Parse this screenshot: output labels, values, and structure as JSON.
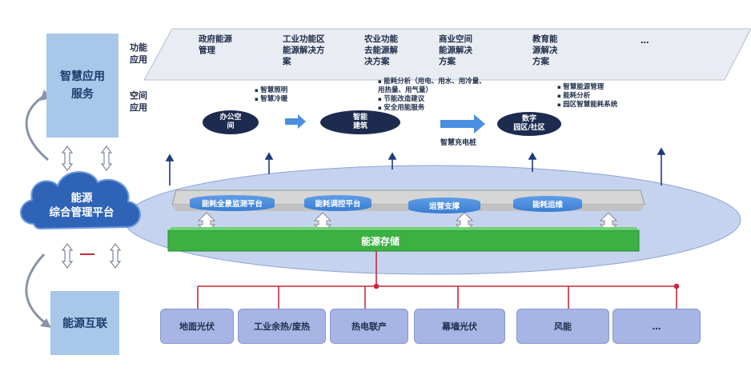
{
  "left_column": {
    "top_box": "智慧应用\n服务",
    "cloud": "能源\n综合管理平台",
    "bottom_box": "能源互联"
  },
  "row_labels": {
    "function": "功能\n应用",
    "space": "空间\n应用"
  },
  "columns": [
    "政府能源\n管理",
    "工业功能区\n能源解决方\n案",
    "农业功能\n去能源解\n决方案",
    "商业空间\n能源解决\n方案",
    "教育能\n源解决\n方案",
    "…"
  ],
  "space_apps": {
    "office_bullets": [
      "智慧照明",
      "智慧冷暖"
    ],
    "building_bullets": [
      "能耗分析（用电、用水、用冷量、用热量、用气量）",
      "节能改造建议",
      "安全用能服务"
    ],
    "campus_bullets": [
      "智慧能源管理",
      "能耗分析",
      "园区智慧能耗系统"
    ],
    "ovals": [
      "办公空\n间",
      "智能\n建筑",
      "数字\n园区/社区"
    ],
    "charging_label": "智慧充电桩"
  },
  "platform": {
    "tabs": [
      "能耗全景监测平台",
      "能耗调控平台",
      "运营支撑",
      "能耗运维"
    ],
    "storage": "能源存储"
  },
  "sources": [
    "地面光伏",
    "工业余热/废热",
    "热电联产",
    "幕墙光伏",
    "风能",
    "…"
  ],
  "colors": {
    "box_blue": "#a9c7e8",
    "cloud_blue": "#2f63b6",
    "ellipse_fill": "#c5d3ef",
    "storage_green": "#3cb043",
    "navy_oval": "#1d2b4f",
    "red_line": "#c8283c",
    "source_fill": "#a6b5e3"
  }
}
